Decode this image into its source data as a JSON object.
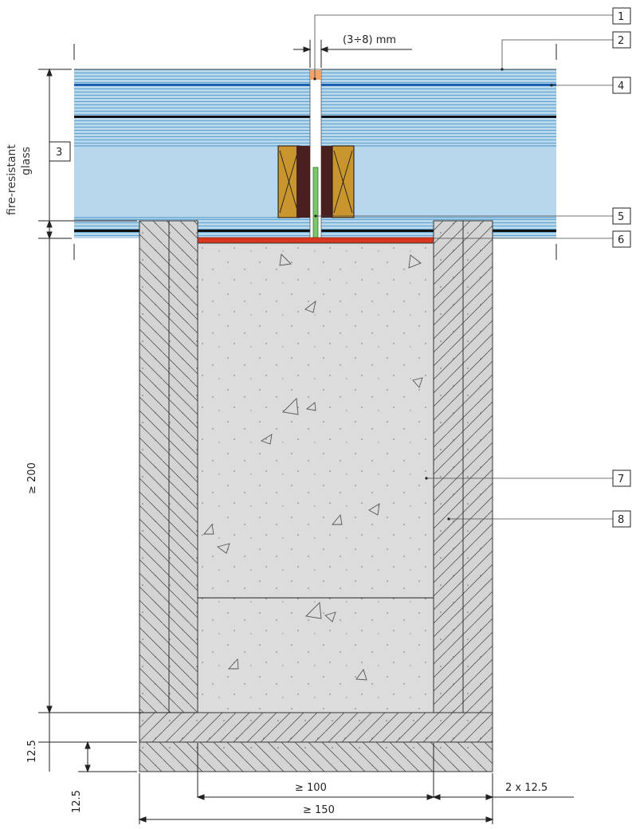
{
  "labels": {
    "side_label_line1": "fire-resistant",
    "side_label_line2": "glass",
    "gap_dim": "(3÷8) mm",
    "height_dim": "≥ 200",
    "bottom_layer_dim_a": "12.5",
    "bottom_layer_dim_b": "12.5",
    "inner_width_dim": "≥ 100",
    "outer_width_dim": "≥ 150",
    "side_layers_dim": "2 x 12.5"
  },
  "callouts": [
    "1",
    "2",
    "3",
    "4",
    "5",
    "6",
    "7",
    "8"
  ],
  "colors": {
    "glass": "#b6d7ec",
    "glass_lines": "#4a92c4",
    "interlayer_blue": "#1c5fae",
    "board": "#d4d4d4",
    "concrete": "#dcdcdc",
    "seal_red": "#d8361e",
    "spacer_brown": "#4a1f1f",
    "timber": "#c8952f",
    "foam_green": "#7dc46a",
    "sealant_orange": "#f0a36a"
  }
}
